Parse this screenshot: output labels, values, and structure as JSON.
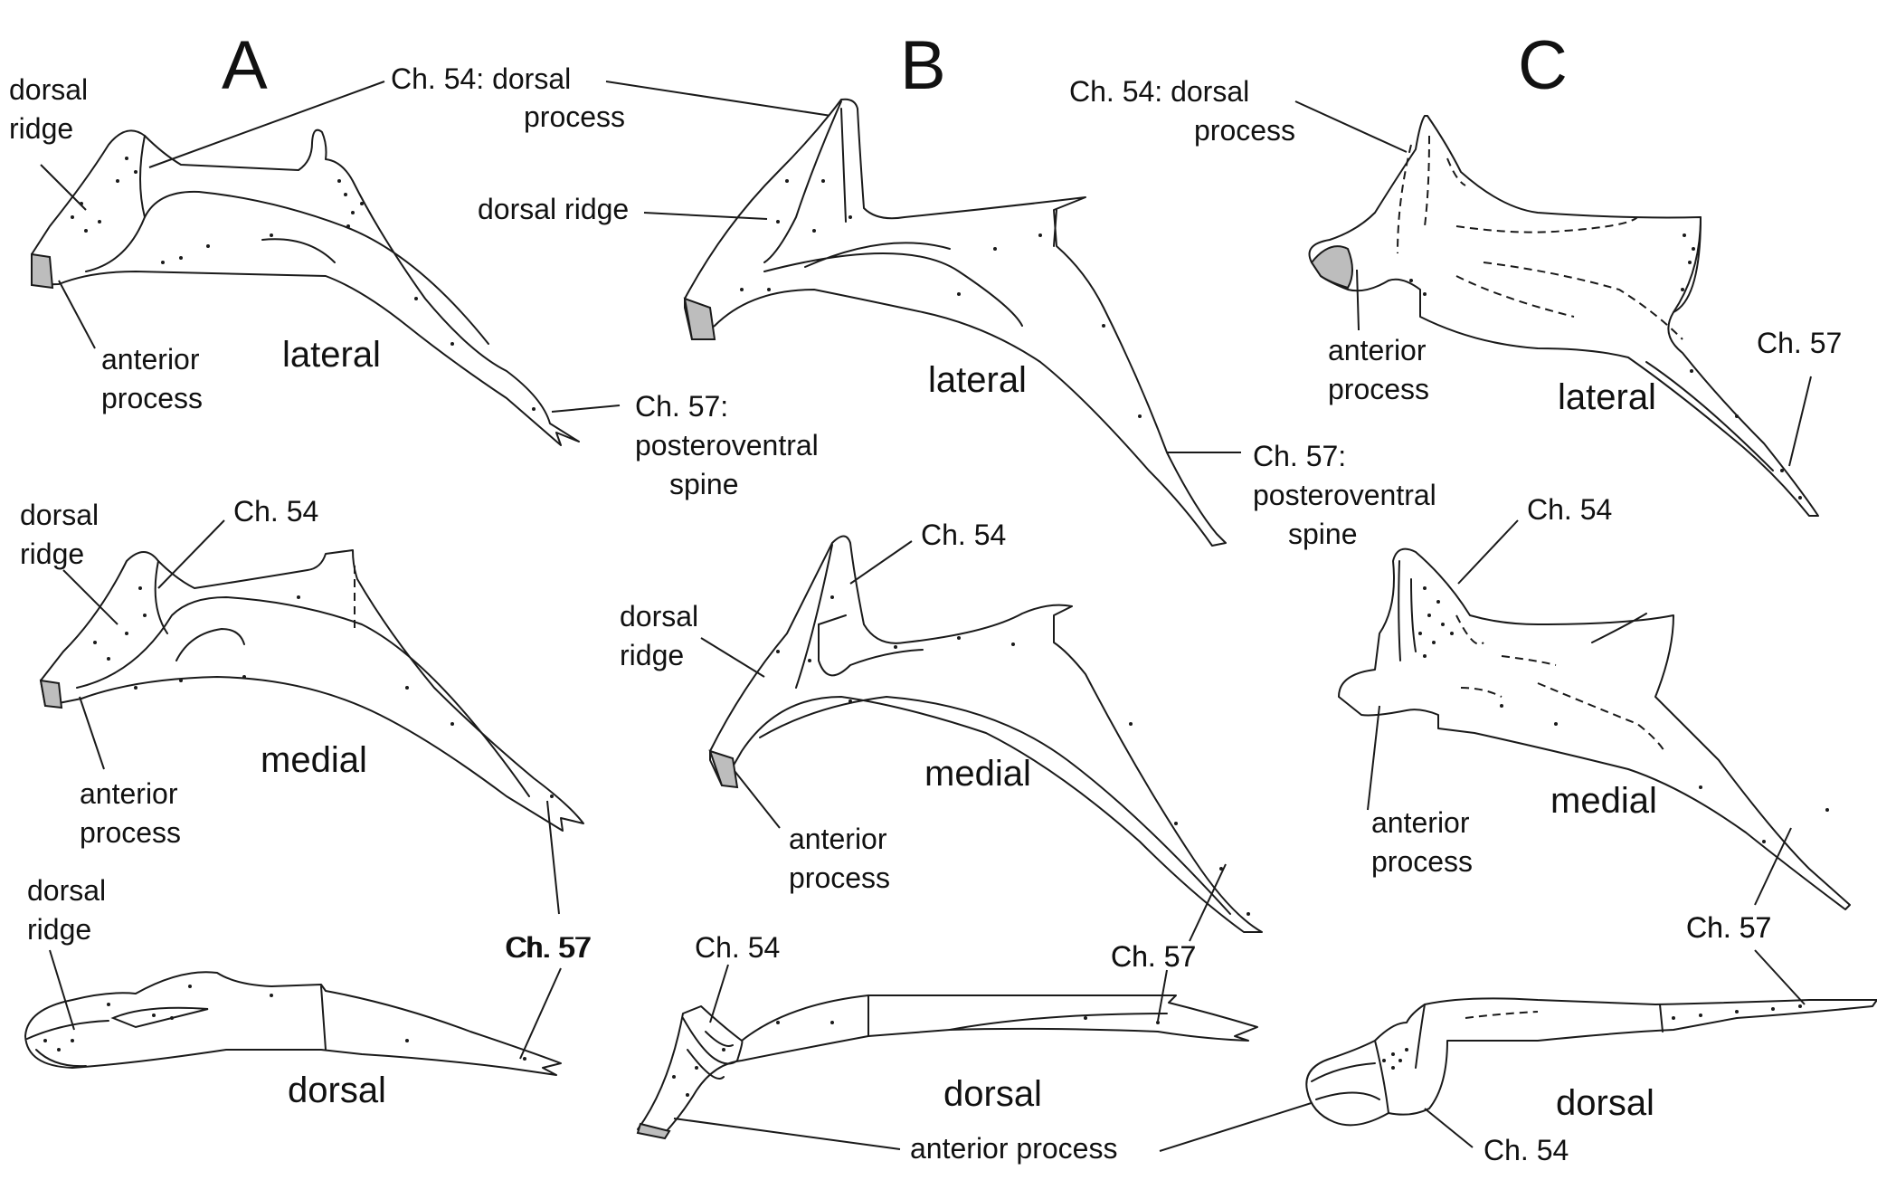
{
  "panels": {
    "A": {
      "letter": "A",
      "lateral": {
        "view": "lateral",
        "dorsal_ridge": [
          "dorsal",
          "ridge"
        ],
        "ch54": [
          "Ch. 54: dorsal",
          "process"
        ],
        "anterior_process": [
          "anterior",
          "process"
        ],
        "ch57": [
          "Ch. 57:",
          "posteroventral",
          "spine"
        ]
      },
      "medial": {
        "view": "medial",
        "dorsal_ridge": [
          "dorsal",
          "ridge"
        ],
        "ch54": "Ch. 54",
        "anterior_process": [
          "anterior",
          "process"
        ],
        "ch57": "Ch. 57"
      },
      "dorsal": {
        "view": "dorsal",
        "dorsal_ridge": [
          "dorsal",
          "ridge"
        ],
        "ch57": "Ch. 57"
      }
    },
    "B": {
      "letter": "B",
      "lateral": {
        "view": "lateral",
        "dorsal_ridge": "dorsal ridge",
        "ch57": [
          "Ch. 57:",
          "posteroventral",
          "spine"
        ]
      },
      "medial": {
        "view": "medial",
        "dorsal_ridge": [
          "dorsal",
          "ridge"
        ],
        "ch54": "Ch. 54",
        "anterior_process": [
          "anterior",
          "process"
        ],
        "ch57": "Ch. 57"
      },
      "dorsal": {
        "view": "dorsal",
        "ch54": "Ch. 54",
        "ch57": "Ch. 57",
        "anterior_process": "anterior process"
      }
    },
    "C": {
      "letter": "C",
      "lateral": {
        "view": "lateral",
        "ch54": [
          "Ch. 54: dorsal",
          "process"
        ],
        "anterior_process": [
          "anterior",
          "process"
        ],
        "ch57": "Ch. 57"
      },
      "medial": {
        "view": "medial",
        "ch54": "Ch. 54",
        "anterior_process": [
          "anterior",
          "process"
        ],
        "ch57": "Ch. 57"
      },
      "dorsal": {
        "view": "dorsal",
        "ch54": "Ch. 54",
        "ch57": "Ch. 57"
      }
    }
  }
}
